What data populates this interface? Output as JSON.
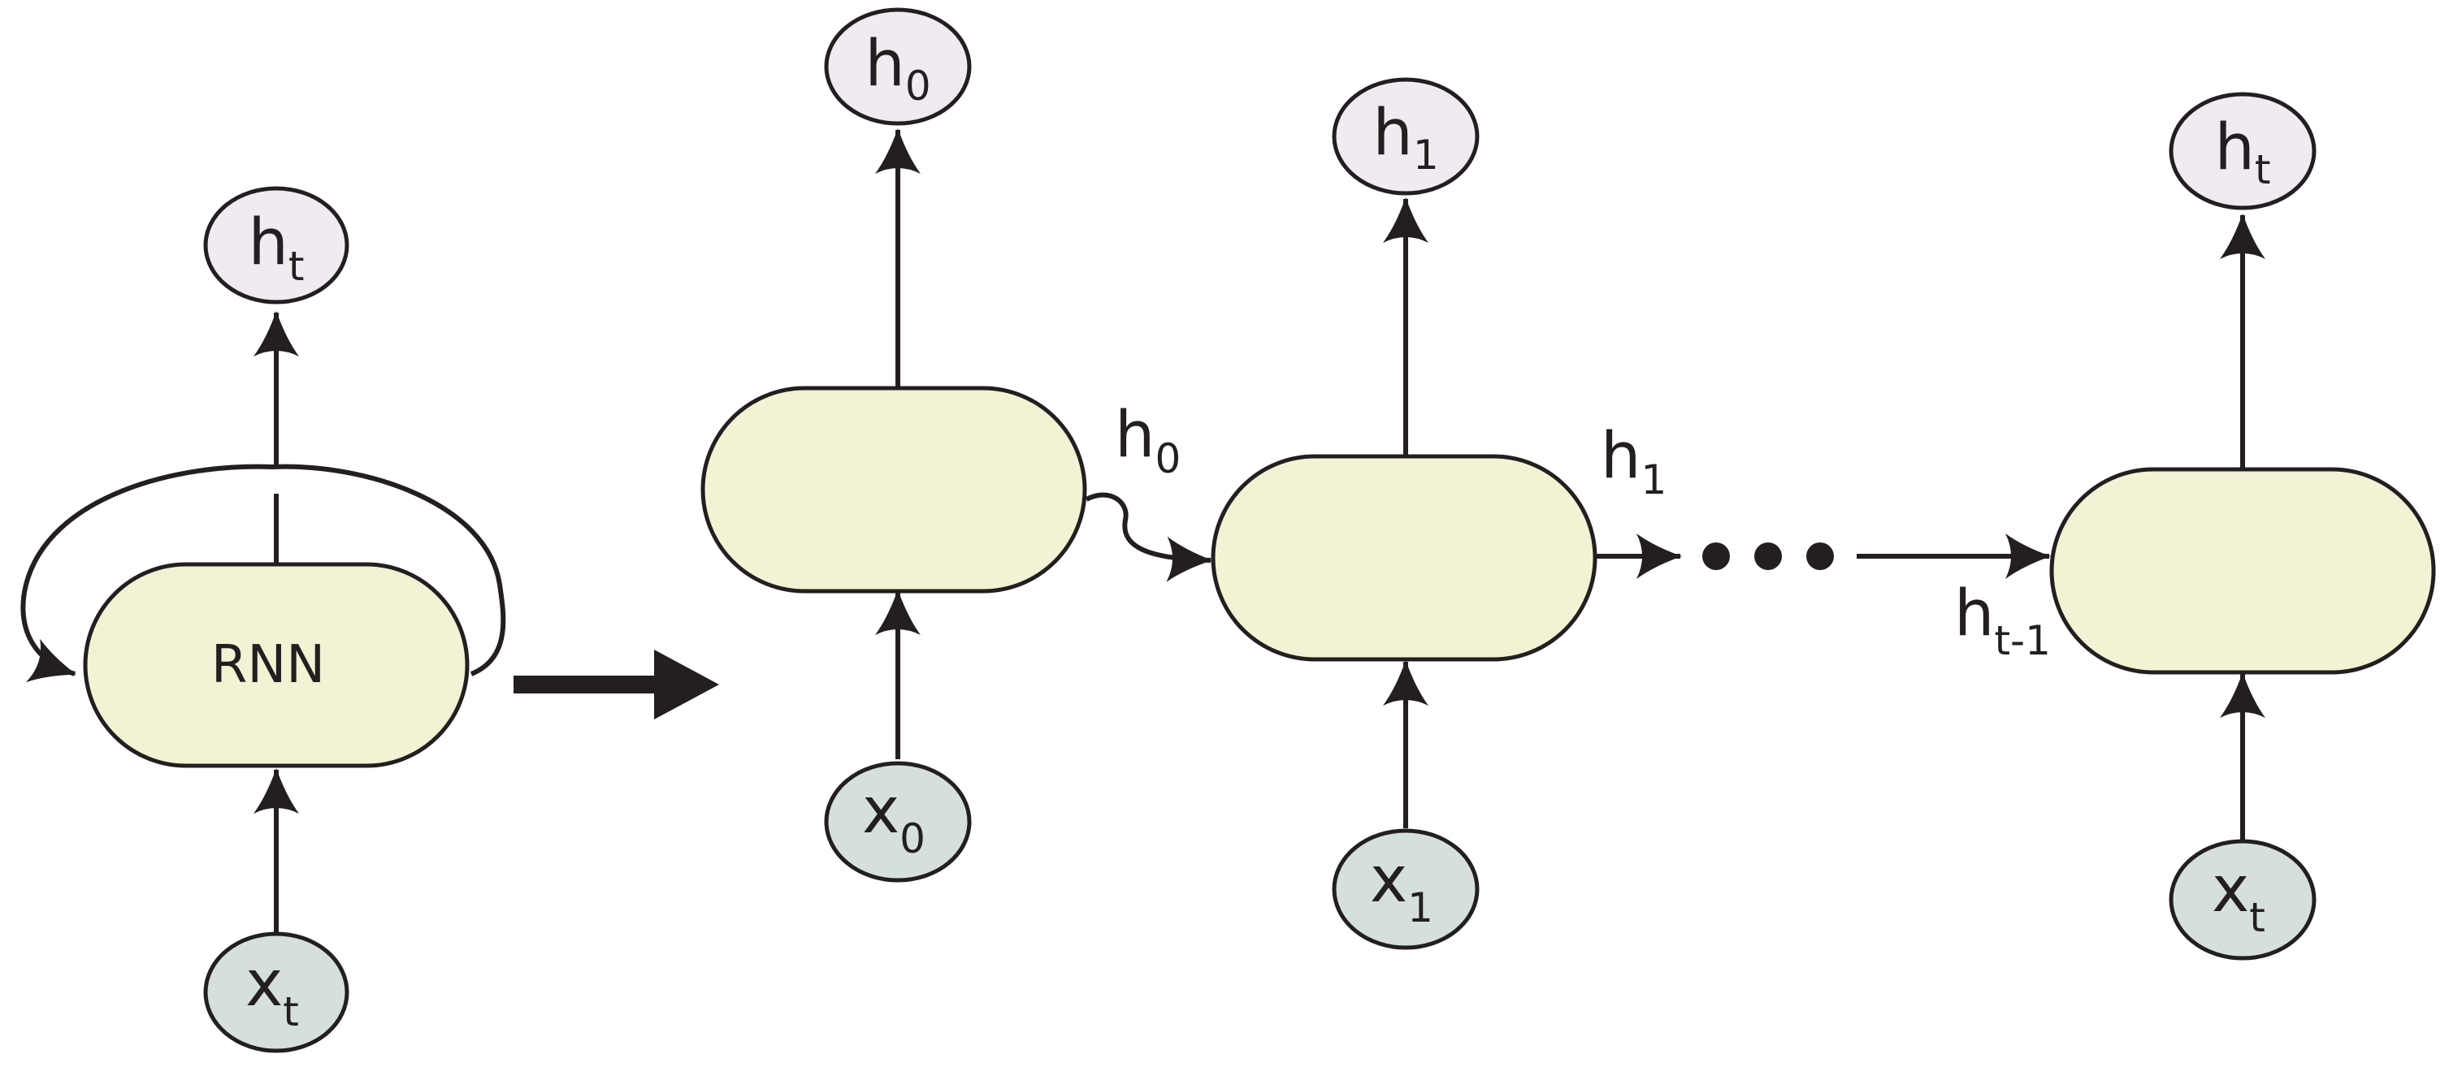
{
  "colors": {
    "line": "#231f20",
    "cell_fill": "#f2f2d4",
    "output_fill": "#f0ebf1",
    "input_fill": "#d5e0dc"
  },
  "folded": {
    "cell_label": "RNN",
    "output": {
      "main": "h",
      "sub": "t"
    },
    "input": {
      "main": "x",
      "sub": "t"
    }
  },
  "unfolded": {
    "steps": [
      {
        "output": {
          "main": "h",
          "sub": "0"
        },
        "input": {
          "main": "x",
          "sub": "0"
        }
      },
      {
        "output": {
          "main": "h",
          "sub": "1"
        },
        "input": {
          "main": "x",
          "sub": "1"
        }
      },
      {
        "output": {
          "main": "h",
          "sub": "t"
        },
        "input": {
          "main": "x",
          "sub": "t"
        }
      }
    ],
    "hidden_links": [
      {
        "main": "h",
        "sub": "0"
      },
      {
        "main": "h",
        "sub": "1"
      },
      {
        "main": "h",
        "sub": "t-1"
      }
    ],
    "ellipsis_icon": "ellipsis-dots"
  }
}
